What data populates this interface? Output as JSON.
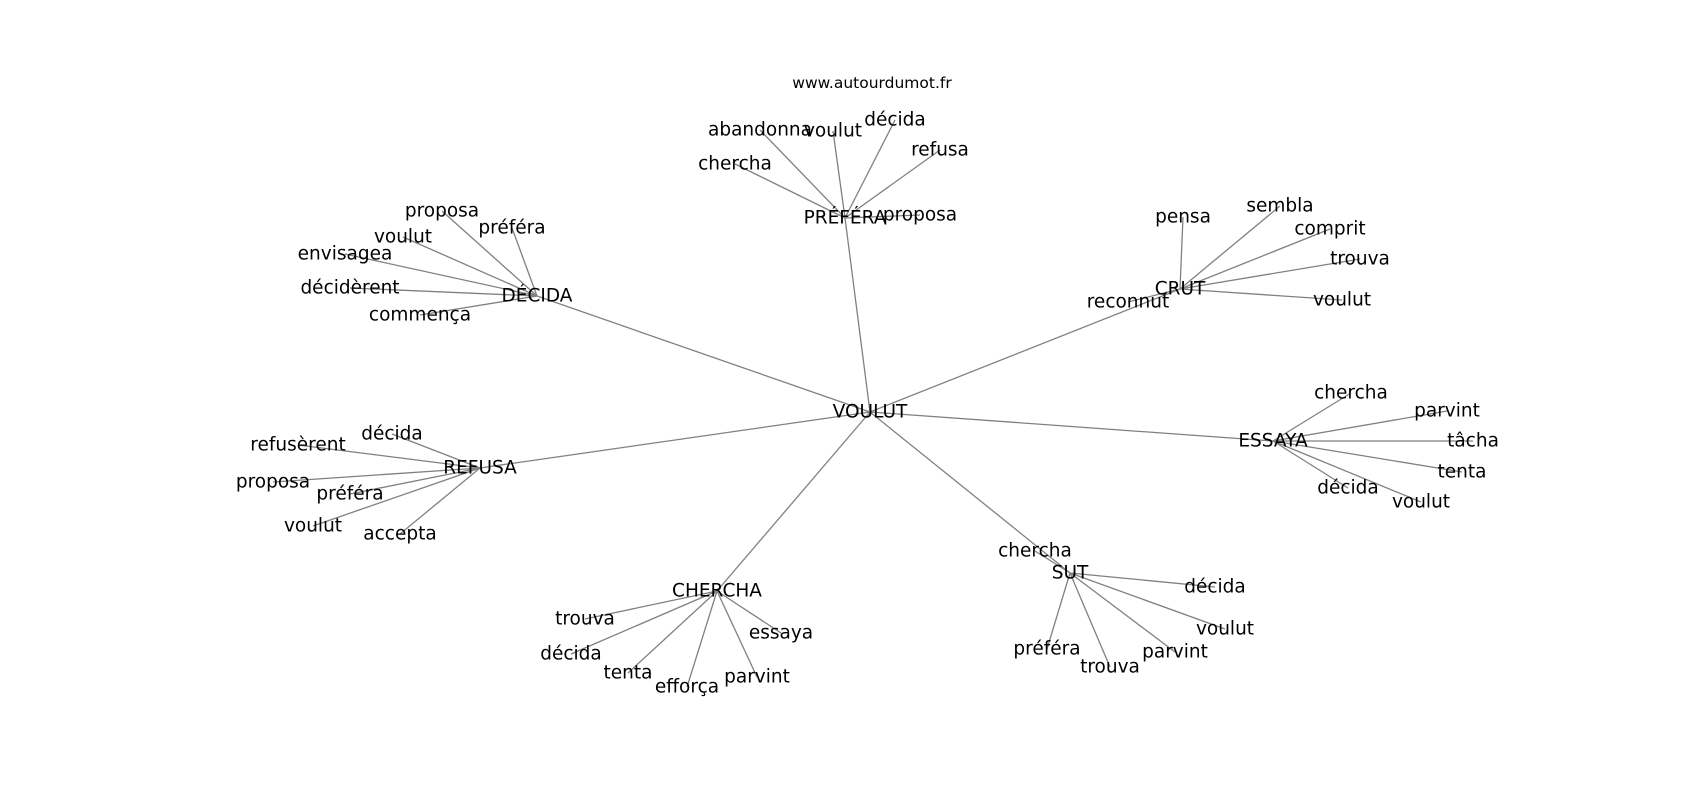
{
  "source_label": "www.autourdumot.fr",
  "root": "VOULUT",
  "clusters": [
    {
      "label": "PRÉFÉRA",
      "children": [
        "chercha",
        "abandonna",
        "voulut",
        "décida",
        "refusa",
        "proposa"
      ]
    },
    {
      "label": "DÉCIDA",
      "children": [
        "proposa",
        "préféra",
        "voulut",
        "envisagea",
        "décidèrent",
        "commença"
      ]
    },
    {
      "label": "CRUT",
      "children": [
        "pensa",
        "sembla",
        "comprit",
        "trouva",
        "voulut",
        "reconnut"
      ]
    },
    {
      "label": "ESSAYA",
      "children": [
        "chercha",
        "parvint",
        "tâcha",
        "tenta",
        "voulut",
        "décida"
      ]
    },
    {
      "label": "REFUSA",
      "children": [
        "décida",
        "refusèrent",
        "proposa",
        "préféra",
        "voulut",
        "accepta"
      ]
    },
    {
      "label": "CHERCHA",
      "children": [
        "trouva",
        "décida",
        "tenta",
        "efforça",
        "parvint",
        "essaya"
      ]
    },
    {
      "label": "SUT",
      "children": [
        "chercha",
        "décida",
        "voulut",
        "parvint",
        "trouva",
        "préféra"
      ]
    }
  ]
}
